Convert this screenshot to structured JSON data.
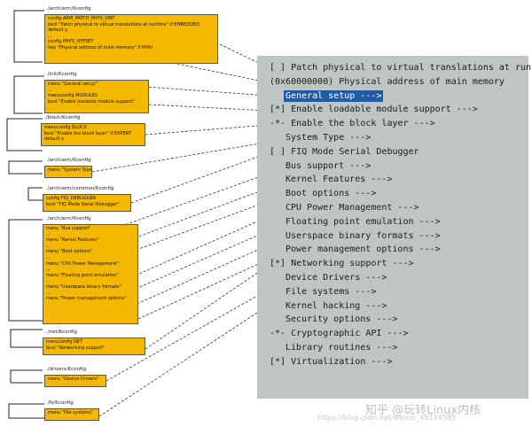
{
  "files": [
    {
      "path": "./arch/arm/Kconfig",
      "lines": [
        "config ARM_PATCH_PHYS_VIRT",
        "  bool \"Patch physical to virtual translations at runtime\" if EMBEDDED",
        "  default y",
        "...",
        "config PHYS_OFFSET",
        "  hex \"Physical address of main memory\" if MMU"
      ]
    },
    {
      "path": "./init/Kconfig",
      "lines": [
        "menu \"General setup\"",
        "...",
        "menuconfig MODULES",
        "  bool \"Enable loadable module support\""
      ]
    },
    {
      "path": "./block/Kconfig",
      "lines": [
        "menuconfig BLOCK",
        "  bool \"Enable the block layer\" if EXPERT",
        "  default y"
      ]
    },
    {
      "path": "./arch/arm/Kconfig",
      "lines": [
        "menu \"System Type\""
      ]
    },
    {
      "path": "./arch/arm/common/Kconfig",
      "lines": [
        "config FIQ_DEBUGGER",
        "  bool \"FIQ Mode Serial Debugger\""
      ]
    },
    {
      "path": "./arch/arm/Kconfig",
      "lines": [
        "menu \"Bus support\"",
        "...",
        "menu \"Kernel Features\"",
        "...",
        "menu \"Boot options\"",
        "...",
        "menu \"CPU Power Management\"",
        "...",
        "menu \"Floating point emulation\"",
        "...",
        "menu \"Userspace binary formats\"",
        "...",
        "menu \"Power management options\""
      ]
    },
    {
      "path": "./net/Kconfig",
      "lines": [
        "menuconfig NET",
        "  bool \"Networking support\""
      ]
    },
    {
      "path": "./drivers/Kconfig",
      "lines": [
        "menu \"Device Drivers\""
      ]
    },
    {
      "path": "./fs/Kconfig",
      "lines": [
        "menu \"File systems\""
      ]
    }
  ],
  "menu": [
    {
      "marker": "[ ]",
      "text": "Patch physical to virtual translations at runtime",
      "selected": false
    },
    {
      "marker": "(0x60000000)",
      "text": "Physical address of main memory",
      "selected": false
    },
    {
      "marker": "",
      "text": "General setup  --->",
      "selected": true
    },
    {
      "marker": "[*]",
      "text": "Enable loadable module support  --->",
      "selected": false
    },
    {
      "marker": "-*-",
      "text": "Enable the block layer  --->",
      "selected": false
    },
    {
      "marker": "",
      "text": "System Type  --->",
      "selected": false
    },
    {
      "marker": "[ ]",
      "text": "FIQ Mode Serial Debugger",
      "selected": false
    },
    {
      "marker": "",
      "text": "Bus support  --->",
      "selected": false
    },
    {
      "marker": "",
      "text": "Kernel Features  --->",
      "selected": false
    },
    {
      "marker": "",
      "text": "Boot options  --->",
      "selected": false
    },
    {
      "marker": "",
      "text": "CPU Power Management  --->",
      "selected": false
    },
    {
      "marker": "",
      "text": "Floating point emulation  --->",
      "selected": false
    },
    {
      "marker": "",
      "text": "Userspace binary formats  --->",
      "selected": false
    },
    {
      "marker": "",
      "text": "Power management options  --->",
      "selected": false
    },
    {
      "marker": "[*]",
      "text": "Networking support  --->",
      "selected": false
    },
    {
      "marker": "",
      "text": "Device Drivers  --->",
      "selected": false
    },
    {
      "marker": "",
      "text": "File systems  --->",
      "selected": false
    },
    {
      "marker": "",
      "text": "Kernel hacking  --->",
      "selected": false
    },
    {
      "marker": "",
      "text": "Security options  --->",
      "selected": false
    },
    {
      "marker": "-*-",
      "text": "Cryptographic API  --->",
      "selected": false
    },
    {
      "marker": "",
      "text": "Library routines  --->",
      "selected": false
    },
    {
      "marker": "[*]",
      "text": "Virtualization  --->",
      "selected": false
    }
  ],
  "watermark": {
    "text": "知乎 @玩转Linux内核",
    "url": "https://blog.csdn.net/weixin_45124585"
  },
  "colors": {
    "box_fill": "#f5b800",
    "panel_bg": "#c0c5c1",
    "selection": "#1f5ca8"
  }
}
